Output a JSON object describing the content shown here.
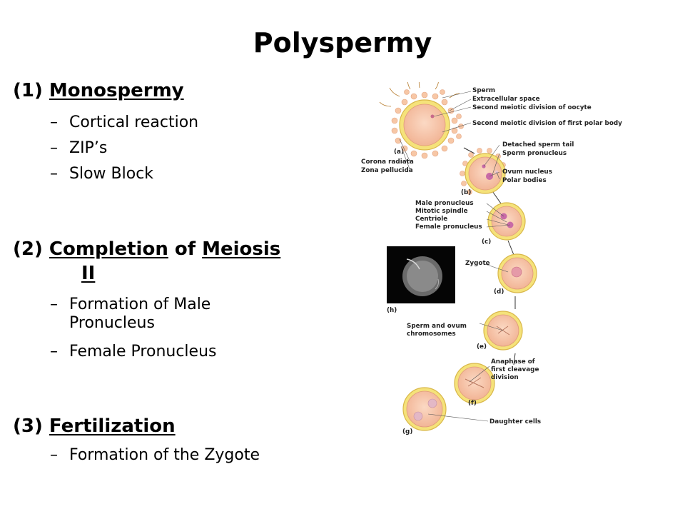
{
  "title": "Polyspermy",
  "sections": [
    {
      "number": "(1)",
      "heading_parts": [
        "Monospermy"
      ],
      "bullets": [
        "Cortical reaction",
        "ZIP’s",
        "Slow Block"
      ]
    },
    {
      "number": "(2)",
      "heading_parts": [
        "Completion",
        "of",
        "Meiosis",
        "II"
      ],
      "bullets": [
        "Formation of Male Pronucleus",
        "Female Pronucleus"
      ]
    },
    {
      "number": "(3)",
      "heading_parts": [
        "Fertilization"
      ],
      "bullets": [
        "Formation of the Zygote"
      ]
    }
  ],
  "figure": {
    "panel_labels": [
      "(a)",
      "(b)",
      "(c)",
      "(d)",
      "(e)",
      "(f)",
      "(g)",
      "(h)"
    ],
    "labels": {
      "sperm": "Sperm",
      "extracellular": "Extracellular space",
      "second_meiotic_oocyte": "Second meiotic division of oocyte",
      "second_meiotic_polar": "Second meiotic division of first polar body",
      "detached_tail": "Detached sperm tail",
      "sperm_pronucleus": "Sperm pronucleus",
      "corona": "Corona radiata",
      "zona": "Zona pellucida",
      "ovum_nucleus": "Ovum nucleus",
      "polar_bodies": "Polar bodies",
      "male_pronucleus": "Male pronucleus",
      "mitotic_spindle": "Mitotic spindle",
      "centriole": "Centriole",
      "female_pronucleus": "Female pronucleus",
      "zygote": "Zygote",
      "chromosomes_1": "Sperm and ovum",
      "chromosomes_2": "chromosomes",
      "anaphase_1": "Anaphase of",
      "anaphase_2": "first cleavage",
      "anaphase_3": "division",
      "daughter_cells": "Daughter cells"
    }
  }
}
